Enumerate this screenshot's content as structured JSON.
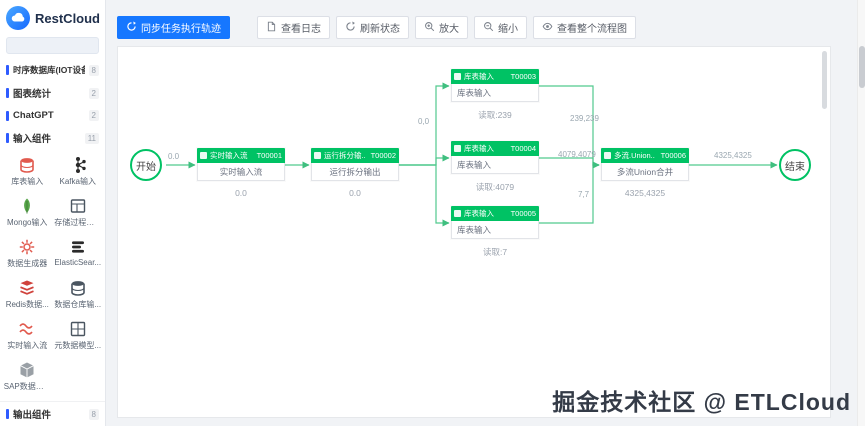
{
  "sidebar": {
    "logo": "RestCloud",
    "search_placeholder": "",
    "categories": [
      {
        "label": "时序数据库(IOT设备)",
        "badge": "8"
      },
      {
        "label": "图表统计",
        "badge": "2"
      },
      {
        "label": "ChatGPT",
        "badge": "2"
      },
      {
        "label": "输入组件",
        "badge": "11"
      }
    ],
    "components": [
      {
        "label": "库表输入",
        "icon": "database-red-icon"
      },
      {
        "label": "Kafka输入",
        "icon": "kafka-icon"
      },
      {
        "label": "Mongo输入",
        "icon": "mongo-leaf-icon"
      },
      {
        "label": "存储过程输入",
        "icon": "table-icon"
      },
      {
        "label": "数据生成器",
        "icon": "generator-gear-icon"
      },
      {
        "label": "ElasticSear...",
        "icon": "elasticsearch-icon"
      },
      {
        "label": "Redis数据...",
        "icon": "redis-icon"
      },
      {
        "label": "数据仓库输...",
        "icon": "warehouse-database-icon"
      },
      {
        "label": "实时输入流",
        "icon": "realtime-stream-icon"
      },
      {
        "label": "元数据模型...",
        "icon": "metadata-grid-icon"
      },
      {
        "label": "SAP数据读取",
        "icon": "sap-cube-icon"
      }
    ],
    "footer": {
      "label": "输出组件",
      "badge": "8"
    }
  },
  "toolbar": {
    "buttons": [
      {
        "label": "同步任务执行轨迹"
      },
      {
        "label": "查看日志"
      },
      {
        "label": "刷新状态"
      },
      {
        "label": "放大"
      },
      {
        "label": "缩小"
      },
      {
        "label": "查看整个流程图"
      }
    ]
  },
  "flow": {
    "start_label": "开始",
    "end_label": "结束",
    "nodes": [
      {
        "id": "T00001",
        "title": "实时输入流",
        "body": "实时输入流",
        "count": "0.0"
      },
      {
        "id": "T00002",
        "title": "运行拆分输..",
        "body": "运行拆分输出",
        "count": "0.0"
      },
      {
        "id": "T00003",
        "title": "库表输入",
        "body": "库表输入",
        "count": "读取:239"
      },
      {
        "id": "T00004",
        "title": "库表输入",
        "body": "库表输入",
        "count": "读取:4079"
      },
      {
        "id": "T00005",
        "title": "库表输入",
        "body": "库表输入",
        "count": "读取:7"
      },
      {
        "id": "T00006",
        "title": "多流.Union..",
        "body": "多流Union合并",
        "count": "4325,4325"
      }
    ],
    "edge_labels": [
      {
        "text": "0.0"
      },
      {
        "text": "0,0"
      },
      {
        "text": "239,239"
      },
      {
        "text": "4079,4079"
      },
      {
        "text": "7,7"
      },
      {
        "text": "4325,4325"
      }
    ]
  },
  "watermark": {
    "text": "掘金技术社区 @ ETLCloud"
  },
  "colors": {
    "accent_green": "#00c264",
    "accent_blue": "#1677ff"
  }
}
